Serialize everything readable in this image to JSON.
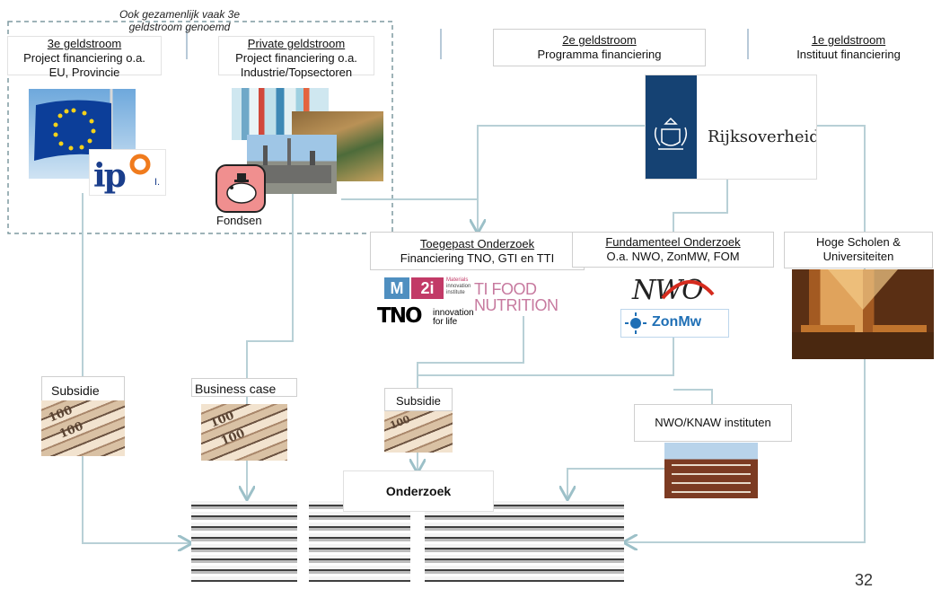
{
  "headnote": "Ook gezamenlijk vaak 3e geldstroom genoemd",
  "streams": {
    "third": {
      "title": "3e geldstroom",
      "line1": "Project financiering o.a.",
      "line2": "EU, Provincie"
    },
    "private": {
      "title": "Private geldstroom",
      "line1": "Project financiering o.a.",
      "line2": "Industrie/Topsectoren"
    },
    "second": {
      "title": "2e geldstroom",
      "line1": "Programma financiering"
    },
    "first": {
      "title": "1e geldstroom",
      "line1": "Instituut financiering"
    }
  },
  "logos": {
    "ipo": "ip",
    "ipo_tail": "I.",
    "rijk": "Rijksoverheid",
    "m2i_m": "M",
    "m2i_2i": "2i",
    "m2i_small1": "Materials",
    "m2i_small2": "innovation",
    "m2i_small3": "institute",
    "tifood1": "TI FOOD",
    "tifood2": "NUTRITION",
    "tno": "TNO",
    "tno_tag1": "innovation",
    "tno_tag2": "for life",
    "nwo": "NWO",
    "zonmw": "ZonMw"
  },
  "fondsen": "Fondsen",
  "applied": {
    "title": "Toegepast Onderzoek",
    "line1": "Financiering TNO, GTI en TTI"
  },
  "fundamental": {
    "title": "Fundamenteel Onderzoek",
    "line1": "O.a. NWO, ZonMW, FOM"
  },
  "hoge": {
    "line1": "Hoge Scholen &",
    "line2": "Universiteiten"
  },
  "subsidie1": "Subsidie",
  "business": "Business case",
  "subsidie2": "Subsidie",
  "nwoknaw": "NWO/KNAW instituten",
  "onderzoek": "Onderzoek",
  "money_text": "100",
  "page_number": "32",
  "colors": {
    "line": "#b8d0d6",
    "arrow": "#9cc0c8",
    "dashed": "#7f9aa0",
    "rijk_blue": "#154273"
  }
}
